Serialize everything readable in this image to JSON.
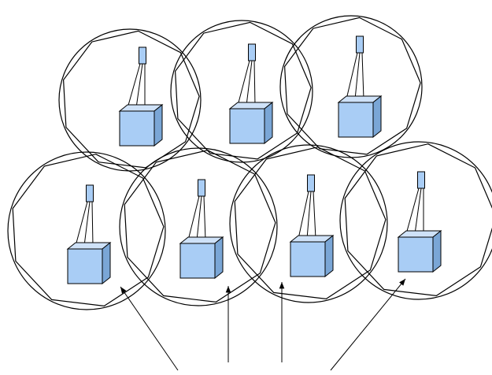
{
  "diagram": {
    "cells": [
      {
        "id": "cell-1",
        "row": 1
      },
      {
        "id": "cell-2",
        "row": 1
      },
      {
        "id": "cell-3",
        "row": 1
      },
      {
        "id": "cell-4",
        "row": 2
      },
      {
        "id": "cell-5",
        "row": 2
      },
      {
        "id": "cell-6",
        "row": 2
      },
      {
        "id": "cell-7",
        "row": 2
      }
    ],
    "pointers": 4,
    "colors": {
      "station_front": "#a9cdf5",
      "station_top": "#cfe2f8",
      "station_side": "#7aa6d6",
      "outline": "#000000",
      "background": "#ffffff"
    }
  }
}
